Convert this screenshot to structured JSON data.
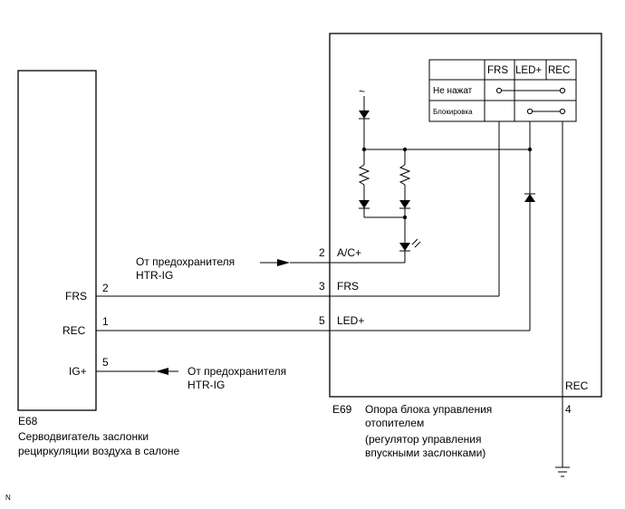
{
  "left_unit": {
    "code": "E68",
    "name_line1": "Серводвигатель заслонки",
    "name_line2": "рециркуляции воздуха в салоне",
    "pins": [
      {
        "label": "FRS",
        "number": "2"
      },
      {
        "label": "REC",
        "number": "1"
      },
      {
        "label": "IG+",
        "number": "5"
      }
    ]
  },
  "right_unit": {
    "code": "E69",
    "name_line1": "Опора блока управления",
    "name_line2": "отопителем",
    "name_line3": "(регулятор управления",
    "name_line4": "впускными заслонками)",
    "pins": [
      {
        "label": "A/C+",
        "number": "2"
      },
      {
        "label": "FRS",
        "number": "3"
      },
      {
        "label": "LED+",
        "number": "5"
      },
      {
        "label": "REC",
        "number": "4"
      }
    ]
  },
  "fuse_top": {
    "line1": "От предохранителя",
    "line2": "HTR-IG"
  },
  "fuse_bottom": {
    "line1": "От предохранителя",
    "line2": "HTR-IG"
  },
  "switch_table": {
    "headers": [
      "FRS",
      "LED+",
      "REC"
    ],
    "rows": [
      "Не нажат",
      "Блокировка"
    ]
  },
  "ac_symbol": "~",
  "corner_mark": "N"
}
